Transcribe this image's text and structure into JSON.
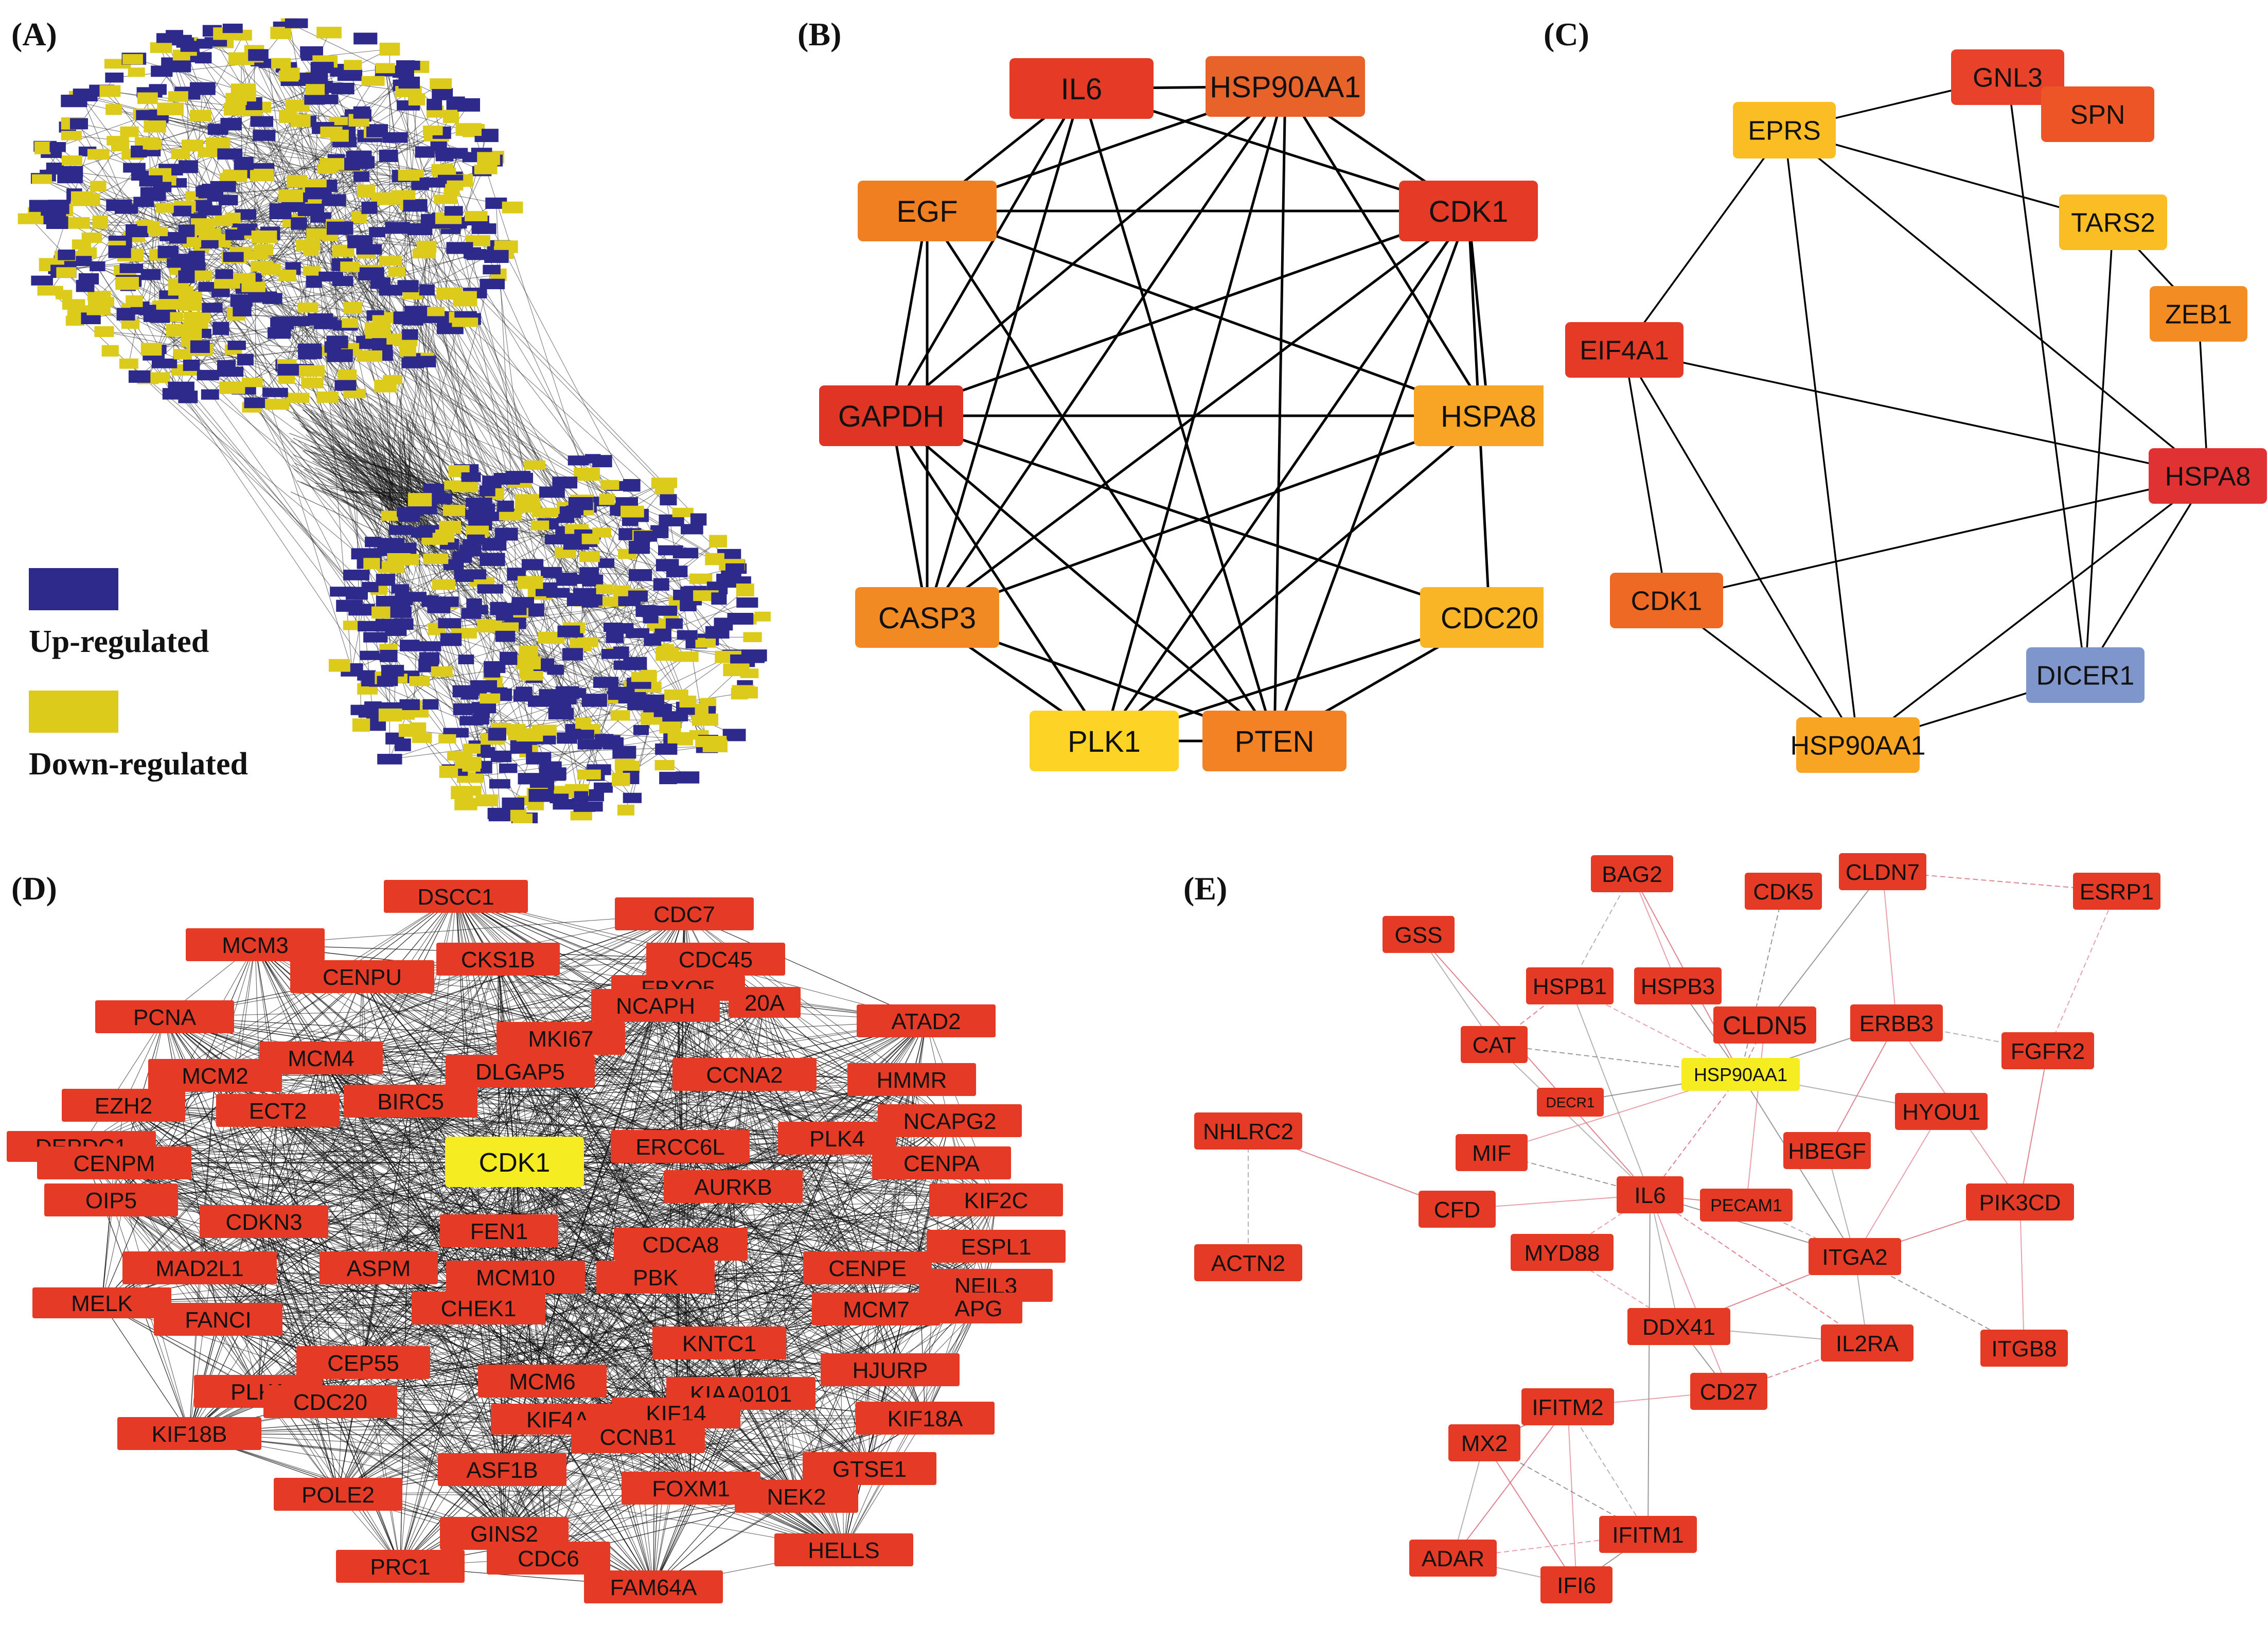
{
  "colors": {
    "up": "#2d2a8c",
    "down": "#dccb1a",
    "red": "#e53a26",
    "orange": "#f07f22",
    "darkorange": "#e8632a",
    "amber": "#f8b124",
    "yellow": "#fdd326",
    "blue": "#7f96cd",
    "hub": "#f5ec21"
  },
  "panels": {
    "a": {
      "label": "(A)",
      "legend": [
        {
          "label": "Up-regulated",
          "color": "#2d2a8c"
        },
        {
          "label": "Down-regulated",
          "color": "#dccb1a"
        }
      ]
    },
    "b": {
      "label": "(B)",
      "nodes": [
        {
          "id": "IL6",
          "label": "IL6",
          "color": "#e53a26"
        },
        {
          "id": "HSP90AA1",
          "label": "HSP90AA1",
          "color": "#e8632a"
        },
        {
          "id": "EGF",
          "label": "EGF",
          "color": "#f07f22"
        },
        {
          "id": "CDK1",
          "label": "CDK1",
          "color": "#e53a26"
        },
        {
          "id": "GAPDH",
          "label": "GAPDH",
          "color": "#e03424"
        },
        {
          "id": "HSPA8",
          "label": "HSPA8",
          "color": "#f8a526"
        },
        {
          "id": "CASP3",
          "label": "CASP3",
          "color": "#f28a24"
        },
        {
          "id": "CDC20",
          "label": "CDC20",
          "color": "#f9b525"
        },
        {
          "id": "PLK1",
          "label": "PLK1",
          "color": "#fdd326"
        },
        {
          "id": "PTEN",
          "label": "PTEN",
          "color": "#f28224"
        }
      ],
      "edges": [
        [
          "IL6",
          "HSP90AA1"
        ],
        [
          "IL6",
          "EGF"
        ],
        [
          "IL6",
          "GAPDH"
        ],
        [
          "IL6",
          "CASP3"
        ],
        [
          "IL6",
          "PTEN"
        ],
        [
          "IL6",
          "CDK1"
        ],
        [
          "HSP90AA1",
          "CDK1"
        ],
        [
          "HSP90AA1",
          "EGF"
        ],
        [
          "HSP90AA1",
          "GAPDH"
        ],
        [
          "HSP90AA1",
          "CASP3"
        ],
        [
          "HSP90AA1",
          "HSPA8"
        ],
        [
          "HSP90AA1",
          "PLK1"
        ],
        [
          "HSP90AA1",
          "PTEN"
        ],
        [
          "EGF",
          "CDK1"
        ],
        [
          "EGF",
          "GAPDH"
        ],
        [
          "EGF",
          "CASP3"
        ],
        [
          "EGF",
          "HSPA8"
        ],
        [
          "EGF",
          "PTEN"
        ],
        [
          "CDK1",
          "GAPDH"
        ],
        [
          "CDK1",
          "CASP3"
        ],
        [
          "CDK1",
          "HSPA8"
        ],
        [
          "CDK1",
          "CDC20"
        ],
        [
          "CDK1",
          "PLK1"
        ],
        [
          "CDK1",
          "PTEN"
        ],
        [
          "GAPDH",
          "HSPA8"
        ],
        [
          "GAPDH",
          "CASP3"
        ],
        [
          "GAPDH",
          "CDC20"
        ],
        [
          "GAPDH",
          "PLK1"
        ],
        [
          "GAPDH",
          "PTEN"
        ],
        [
          "HSPA8",
          "CASP3"
        ],
        [
          "HSPA8",
          "PLK1"
        ],
        [
          "CASP3",
          "PLK1"
        ],
        [
          "CASP3",
          "PTEN"
        ],
        [
          "CDC20",
          "PLK1"
        ],
        [
          "CDC20",
          "PTEN"
        ],
        [
          "PLK1",
          "PTEN"
        ]
      ]
    },
    "c": {
      "label": "(C)",
      "nodes": [
        {
          "id": "EPRS",
          "label": "EPRS",
          "color": "#fbbd24"
        },
        {
          "id": "GNL3",
          "label": "GNL3",
          "color": "#e8432a"
        },
        {
          "id": "SPN",
          "label": "SPN",
          "color": "#ee5526"
        },
        {
          "id": "TARS2",
          "label": "TARS2",
          "color": "#fbbd24"
        },
        {
          "id": "ZEB1",
          "label": "ZEB1",
          "color": "#f48c24"
        },
        {
          "id": "EIF4A1",
          "label": "EIF4A1",
          "color": "#e53a26"
        },
        {
          "id": "HSPA8",
          "label": "HSPA8",
          "color": "#e03232"
        },
        {
          "id": "CDK1",
          "label": "CDK1",
          "color": "#ee6a24"
        },
        {
          "id": "DICER1",
          "label": "DICER1",
          "color": "#7f96cd"
        },
        {
          "id": "HSP90AA1",
          "label": "HSP90AA1",
          "color": "#f8a524"
        }
      ],
      "edges": [
        [
          "EPRS",
          "GNL3"
        ],
        [
          "EPRS",
          "TARS2"
        ],
        [
          "EPRS",
          "EIF4A1"
        ],
        [
          "EPRS",
          "HSPA8"
        ],
        [
          "EPRS",
          "HSP90AA1"
        ],
        [
          "GNL3",
          "DICER1"
        ],
        [
          "TARS2",
          "ZEB1"
        ],
        [
          "TARS2",
          "DICER1"
        ],
        [
          "ZEB1",
          "HSPA8"
        ],
        [
          "EIF4A1",
          "HSPA8"
        ],
        [
          "EIF4A1",
          "CDK1"
        ],
        [
          "EIF4A1",
          "HSP90AA1"
        ],
        [
          "HSPA8",
          "CDK1"
        ],
        [
          "HSPA8",
          "DICER1"
        ],
        [
          "HSPA8",
          "HSP90AA1"
        ],
        [
          "CDK1",
          "HSP90AA1"
        ],
        [
          "DICER1",
          "HSP90AA1"
        ]
      ]
    },
    "d": {
      "label": "(D)",
      "hub": "CDK1",
      "nodes": [
        "DSCC1",
        "CDC7",
        "MCM3",
        "CKS1B",
        "CDC45",
        "CENPU",
        "FBXO5",
        "NCAPH",
        "20A",
        "PCNA",
        "ATAD2",
        "MCM4",
        "MKI67",
        "MCM2",
        "DLGAP5",
        "CCNA2",
        "HMMR",
        "EZH2",
        "ECT2",
        "BIRC5",
        "NCAPG2",
        "PLK4",
        "DEPDC1",
        "CENPM",
        "ERCC6L",
        "CENPA",
        "OIP5",
        "AURKB",
        "KIF2C",
        "CDKN3",
        "FEN1",
        "CDCA8",
        "ESPL1",
        "MAD2L1",
        "ASPM",
        "MCM10",
        "PBK",
        "CENPE",
        "NEIL3",
        "MELK",
        "FANCI",
        "CHEK1",
        "MCM7",
        "APG",
        "KNTC1",
        "CEP55",
        "HJURP",
        "PLK1",
        "CDC20",
        "MCM6",
        "KIAA0101",
        "KIF4A",
        "KIF14",
        "KIF18A",
        "KIF18B",
        "CCNB1",
        "ASF1B",
        "GTSE1",
        "POLE2",
        "FOXM1",
        "NEK2",
        "GINS2",
        "HELLS",
        "PRC1",
        "CDC6",
        "FAM64A"
      ]
    },
    "e": {
      "label": "(E)",
      "nodes": [
        {
          "id": "BAG2",
          "label": "BAG2"
        },
        {
          "id": "CLDN7",
          "label": "CLDN7"
        },
        {
          "id": "CDK5",
          "label": "CDK5"
        },
        {
          "id": "ESRP1",
          "label": "ESRP1"
        },
        {
          "id": "GSS",
          "label": "GSS"
        },
        {
          "id": "HSPB1",
          "label": "HSPB1"
        },
        {
          "id": "HSPB3",
          "label": "HSPB3"
        },
        {
          "id": "CLDN5",
          "label": "CLDN5"
        },
        {
          "id": "ERBB3",
          "label": "ERBB3"
        },
        {
          "id": "CAT",
          "label": "CAT"
        },
        {
          "id": "FGFR2",
          "label": "FGFR2"
        },
        {
          "id": "HSP90AA1",
          "label": "HSP90AA1"
        },
        {
          "id": "DECR1",
          "label": "DECR1"
        },
        {
          "id": "NHLRC2",
          "label": "NHLRC2"
        },
        {
          "id": "HYOU1",
          "label": "HYOU1"
        },
        {
          "id": "MIF",
          "label": "MIF"
        },
        {
          "id": "HBEGF",
          "label": "HBEGF"
        },
        {
          "id": "IL6",
          "label": "IL6"
        },
        {
          "id": "PECAM1",
          "label": "PECAM1"
        },
        {
          "id": "CFD",
          "label": "CFD"
        },
        {
          "id": "PIK3CD",
          "label": "PIK3CD"
        },
        {
          "id": "MYD88",
          "label": "MYD88"
        },
        {
          "id": "ITGA2",
          "label": "ITGA2"
        },
        {
          "id": "ACTN2",
          "label": "ACTN2"
        },
        {
          "id": "DDX41",
          "label": "DDX41"
        },
        {
          "id": "IL2RA",
          "label": "IL2RA"
        },
        {
          "id": "ITGB8",
          "label": "ITGB8"
        },
        {
          "id": "CD27",
          "label": "CD27"
        },
        {
          "id": "IFITM2",
          "label": "IFITM2"
        },
        {
          "id": "MX2",
          "label": "MX2"
        },
        {
          "id": "IFITM1",
          "label": "IFITM1"
        },
        {
          "id": "ADAR",
          "label": "ADAR"
        },
        {
          "id": "IFI6",
          "label": "IFI6"
        }
      ],
      "edges": [
        [
          "CLDN7",
          "ESRP1"
        ],
        [
          "CLDN7",
          "ERBB3"
        ],
        [
          "CLDN7",
          "CLDN5"
        ],
        [
          "BAG2",
          "HSPB1"
        ],
        [
          "BAG2",
          "HSP90AA1"
        ],
        [
          "BAG2",
          "HSPB3"
        ],
        [
          "CDK5",
          "HSP90AA1"
        ],
        [
          "GSS",
          "CAT"
        ],
        [
          "GSS",
          "IL6"
        ],
        [
          "HSPB1",
          "HSP90AA1"
        ],
        [
          "HSPB3",
          "HSP90AA1"
        ],
        [
          "HSPB1",
          "IL6"
        ],
        [
          "CLDN5",
          "HSP90AA1"
        ],
        [
          "CLDN5",
          "PECAM1"
        ],
        [
          "ERBB3",
          "HSP90AA1"
        ],
        [
          "ERBB3",
          "FGFR2"
        ],
        [
          "ERBB3",
          "HBEGF"
        ],
        [
          "ERBB3",
          "PIK3CD"
        ],
        [
          "CAT",
          "HSP90AA1"
        ],
        [
          "CAT",
          "IL6"
        ],
        [
          "FGFR2",
          "PIK3CD"
        ],
        [
          "FGFR2",
          "ESRP1"
        ],
        [
          "HSP90AA1",
          "DECR1"
        ],
        [
          "HSP90AA1",
          "HYOU1"
        ],
        [
          "HSP90AA1",
          "IL6"
        ],
        [
          "HSP90AA1",
          "MIF"
        ],
        [
          "HSP90AA1",
          "ITGA2"
        ],
        [
          "NHLRC2",
          "ACTN2"
        ],
        [
          "NHLRC2",
          "CFD"
        ],
        [
          "CFD",
          "IL6"
        ],
        [
          "MIF",
          "IL6"
        ],
        [
          "HBEGF",
          "ITGA2"
        ],
        [
          "IL6",
          "PECAM1"
        ],
        [
          "IL6",
          "MYD88"
        ],
        [
          "IL6",
          "ITGA2"
        ],
        [
          "IL6",
          "DDX41"
        ],
        [
          "IL6",
          "IL2RA"
        ],
        [
          "IL6",
          "CD27"
        ],
        [
          "IL6",
          "IFITM1"
        ],
        [
          "PECAM1",
          "ITGA2"
        ],
        [
          "PIK3CD",
          "ITGA2"
        ],
        [
          "PIK3CD",
          "ITGB8"
        ],
        [
          "ITGA2",
          "ITGB8"
        ],
        [
          "ITGA2",
          "IL2RA"
        ],
        [
          "ITGA2",
          "DDX41"
        ],
        [
          "MYD88",
          "DDX41"
        ],
        [
          "DDX41",
          "CD27"
        ],
        [
          "DDX41",
          "IL2RA"
        ],
        [
          "CD27",
          "IL2RA"
        ],
        [
          "CD27",
          "IFITM2"
        ],
        [
          "IFITM2",
          "MX2"
        ],
        [
          "IFITM2",
          "IFITM1"
        ],
        [
          "IFITM2",
          "ADAR"
        ],
        [
          "IFITM2",
          "IFI6"
        ],
        [
          "MX2",
          "IFITM1"
        ],
        [
          "MX2",
          "ADAR"
        ],
        [
          "MX2",
          "IFI6"
        ],
        [
          "IFITM1",
          "ADAR"
        ],
        [
          "IFITM1",
          "IFI6"
        ],
        [
          "ADAR",
          "IFI6"
        ],
        [
          "HSPB1",
          "CAT"
        ],
        [
          "HYOU1",
          "ITGA2"
        ]
      ]
    }
  }
}
